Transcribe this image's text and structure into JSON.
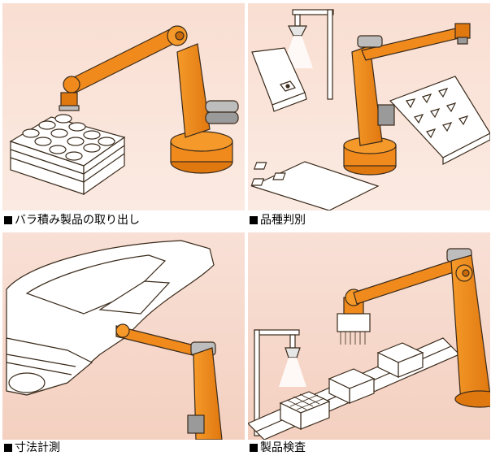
{
  "panels": [
    {
      "caption": "バラ積み製品の取り出し",
      "illustration": "depalletizing"
    },
    {
      "caption": "品種判別",
      "illustration": "sorting"
    },
    {
      "caption": "寸法計測",
      "illustration": "measurement"
    },
    {
      "caption": "製品検査",
      "illustration": "inspection"
    }
  ],
  "colors": {
    "robot_orange": "#f08a1c",
    "robot_shadow": "#c86a0a",
    "robot_gray": "#9a9a9a",
    "bg_top": "#fbe7dc",
    "bg_bottom": "#f6d4c4",
    "outline": "#3a2a1a"
  }
}
